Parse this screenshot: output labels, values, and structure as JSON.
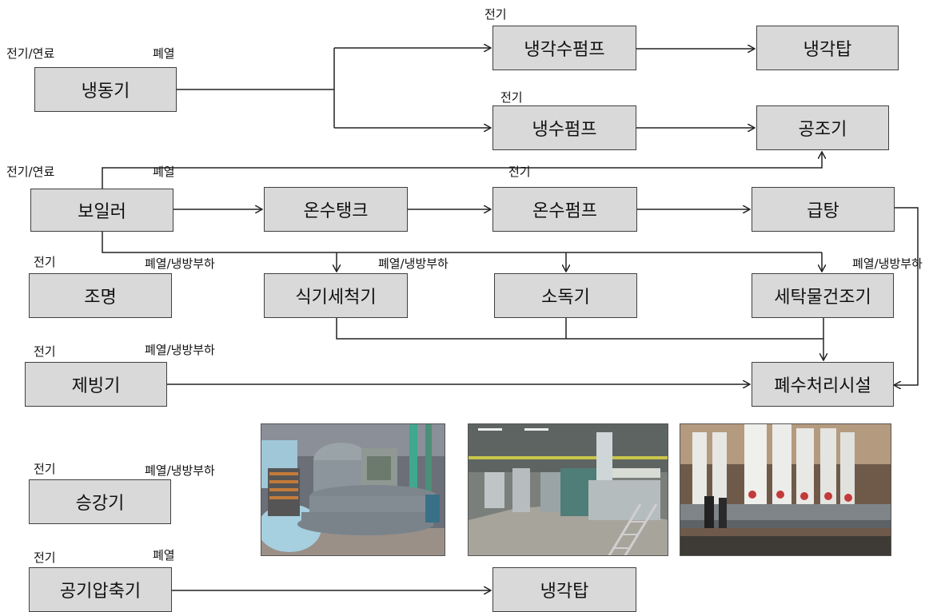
{
  "colors": {
    "box_fill": "#d9d9d9",
    "box_border": "#404040",
    "line": "#222222"
  },
  "labels": {
    "elec": "전기",
    "elec_fuel": "전기/연료",
    "waste_heat": "폐열",
    "waste_heat_cooling": "폐열/냉방부하"
  },
  "nodes": {
    "chiller": "냉동기",
    "cooling_water_pump": "냉각수펌프",
    "cooling_tower": "냉각탑",
    "chilled_water_pump": "냉수펌프",
    "ahu": "공조기",
    "boiler": "보일러",
    "hot_water_tank": "온수탱크",
    "hot_water_pump": "온수펌프",
    "hot_water_supply": "급탕",
    "lighting": "조명",
    "dishwasher": "식기세척기",
    "sterilizer": "소독기",
    "laundry_dryer": "세탁물건조기",
    "ice_maker": "제빙기",
    "wastewater_facility": "폐수처리시설",
    "elevator": "승강기",
    "air_compressor": "공기압축기",
    "cooling_tower_2": "냉각탑"
  },
  "photos": [
    {
      "icon": "chiller-photo"
    },
    {
      "icon": "plant-room-photo"
    },
    {
      "icon": "pipe-header-photo"
    }
  ]
}
